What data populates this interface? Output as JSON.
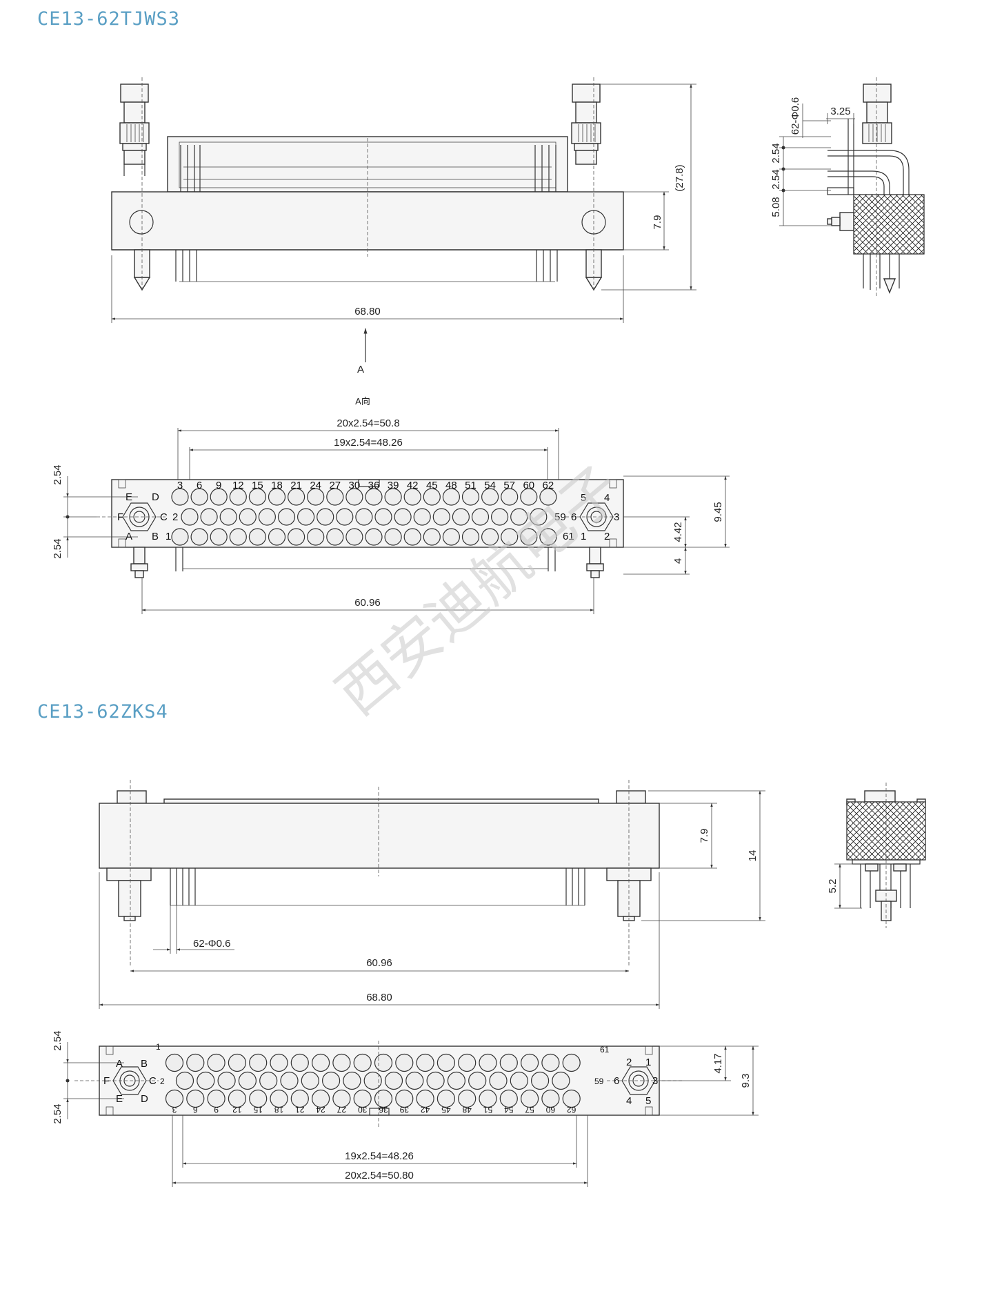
{
  "section1": {
    "title": "CE13-62TJWS3",
    "front_view": {
      "width": "68.80",
      "height": "(27.8)",
      "offset": "7.9",
      "arrow_label": "A"
    },
    "side_view": {
      "pin_dia": "62-Φ0.6",
      "pitch_h": "3.25",
      "pitch_v1": "2.54",
      "pitch_v2": "2.54",
      "pitch_v3": "5.08"
    },
    "a_view": {
      "label": "A向",
      "span_outer": "20x2.54=50.8",
      "span_inner": "19x2.54=48.26",
      "mount": "60.96",
      "pitch_top": "2.54",
      "pitch_bottom": "2.54",
      "height_total": "9.45",
      "height_row": "4.42",
      "height_pin": "4",
      "top_numbers": [
        "3",
        "6",
        "9",
        "12",
        "15",
        "18",
        "21",
        "24",
        "27",
        "30",
        "36",
        "39",
        "42",
        "45",
        "48",
        "51",
        "54",
        "57",
        "60",
        "62"
      ],
      "left_letters": {
        "top_left": "E",
        "top_right": "D",
        "mid_left": "F",
        "mid_right": "C",
        "bot_left": "A",
        "bot_right": "B",
        "row2": "2",
        "row1": "1"
      },
      "right_labels": {
        "r5": "5",
        "r4": "4",
        "r6": "6",
        "r3": "3",
        "r1": "1",
        "r2": "2",
        "p59": "59",
        "p61": "61"
      }
    }
  },
  "section2": {
    "title": "CE13-62ZKS4",
    "front_view": {
      "pin_dia": "62-Φ0.6",
      "mount": "60.96",
      "width": "68.80",
      "height_body": "7.9",
      "height_total": "14"
    },
    "side_view": {
      "offset": "5.2"
    },
    "pin_view": {
      "span_inner": "19x2.54=48.26",
      "span_outer": "20x2.54=50.80",
      "pitch_top": "2.54",
      "pitch_bottom": "2.54",
      "height_row": "4.17",
      "height_total": "9.3",
      "bottom_numbers": [
        "3",
        "6",
        "9",
        "12",
        "15",
        "18",
        "21",
        "24",
        "27",
        "30",
        "36",
        "39",
        "42",
        "45",
        "48",
        "51",
        "54",
        "57",
        "60",
        "62"
      ],
      "left_letters": {
        "a": "A",
        "b": "B",
        "c": "C",
        "f": "F",
        "d": "D",
        "e": "E",
        "row2": "2",
        "p1": "1"
      },
      "right_labels": {
        "r2": "2",
        "r1": "1",
        "r6": "6",
        "r3": "3",
        "r4": "4",
        "r5": "5",
        "p59": "59",
        "p61": "61"
      }
    }
  },
  "watermark": "西安迪航电子"
}
